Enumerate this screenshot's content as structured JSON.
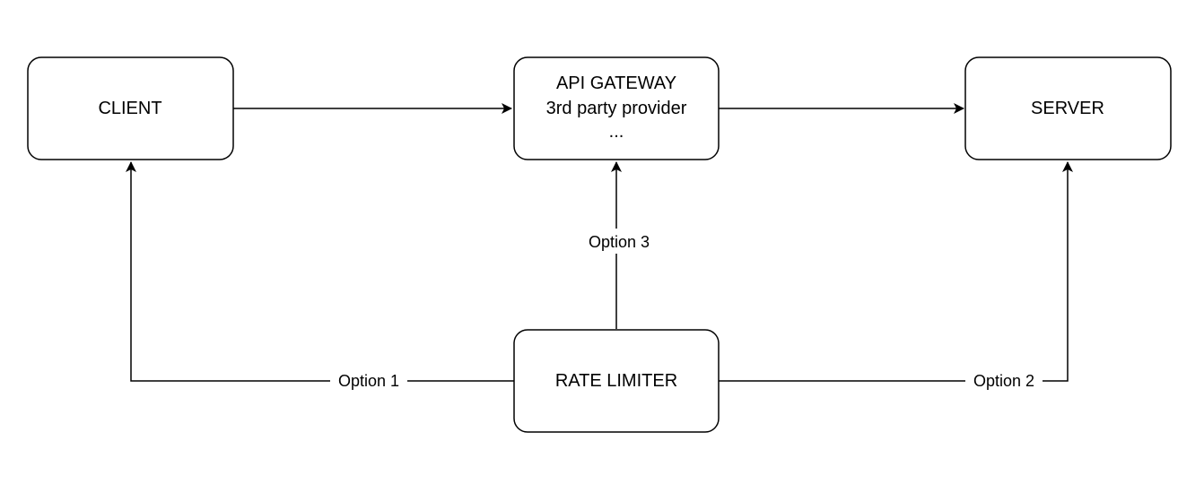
{
  "diagram": {
    "nodes": {
      "client": {
        "label": "CLIENT"
      },
      "gateway": {
        "line1": "API GATEWAY",
        "line2": "3rd party provider",
        "line3": "..."
      },
      "server": {
        "label": "SERVER"
      },
      "rate_limiter": {
        "label": "RATE LIMITER"
      }
    },
    "edges": {
      "client_to_gateway": {
        "from": "CLIENT",
        "to": "API GATEWAY"
      },
      "gateway_to_server": {
        "from": "API GATEWAY",
        "to": "SERVER"
      },
      "option1": {
        "label": "Option 1",
        "from": "RATE LIMITER",
        "to": "CLIENT"
      },
      "option2": {
        "label": "Option 2",
        "from": "RATE LIMITER",
        "to": "SERVER"
      },
      "option3": {
        "label": "Option 3",
        "from": "RATE LIMITER",
        "to": "API GATEWAY"
      }
    }
  }
}
